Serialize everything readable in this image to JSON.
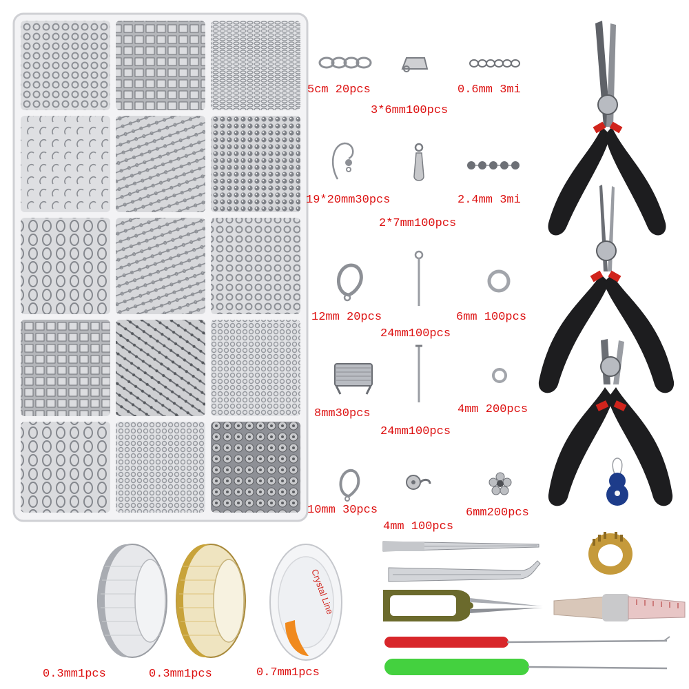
{
  "labels": {
    "chain_5cm": "5cm 20pcs",
    "tube_end": "3*6mm100pcs",
    "chain_06": "0.6mm 3mi",
    "ear_hook": "19*20mm30pcs",
    "drop_end": "2*7mm100pcs",
    "ball_chain": "2.4mm 3mi",
    "lobster_12": "12mm 20pcs",
    "eye_pin": "24mm100pcs",
    "jump_ring_6": "6mm 100pcs",
    "crimp_end": "8mm30pcs",
    "head_pin": "24mm100pcs",
    "jump_ring_4": "4mm 200pcs",
    "lobster_10": "10mm 30pcs",
    "bead_tip": "4mm 100pcs",
    "bead_cap": "6mm200pcs",
    "wire_silver": "0.3mm1pcs",
    "wire_gold": "0.3mm1pcs",
    "crystal_line": "0.7mm1pcs"
  },
  "spool_text": "Crystal Line",
  "colors": {
    "label_red": "#dd1111",
    "metal": "#b9bcc2",
    "plier_handle": "#1d1d1f",
    "plier_band": "#d0241c",
    "threader": "#1d3c8a",
    "ring_gold": "#c59a3b",
    "wire_gold": "#c8a33a",
    "spool_orange": "#f08a1e",
    "scissor_handle": "#6b6a2c",
    "hook_red": "#d8262a",
    "hook_green": "#44d13f",
    "tape_measure": "#d9c7b9"
  }
}
